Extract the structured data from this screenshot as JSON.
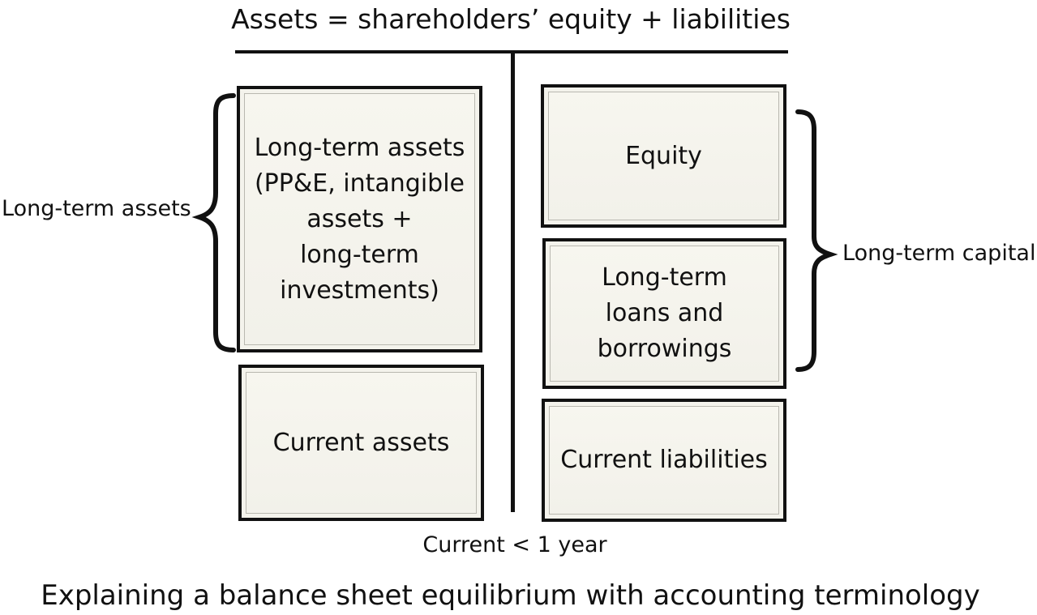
{
  "equation": "Assets = shareholders’ equity + liabilities",
  "left_column": {
    "brace_label": "Long-term assets",
    "boxes": [
      {
        "label": "Long-term assets\n(PP&E, intangible\nassets +\nlong-term\ninvestments)"
      },
      {
        "label": "Current assets"
      }
    ]
  },
  "right_column": {
    "brace_label": "Long-term capital",
    "boxes": [
      {
        "label": "Equity"
      },
      {
        "label": "Long-term\nloans and\nborrowings"
      },
      {
        "label": "Current liabilities"
      }
    ]
  },
  "footnote": "Current < 1 year",
  "caption": "Explaining a balance sheet equilibrium with accounting terminology",
  "colors": {
    "box_fill": "#f4f3ec",
    "line": "#111111"
  }
}
